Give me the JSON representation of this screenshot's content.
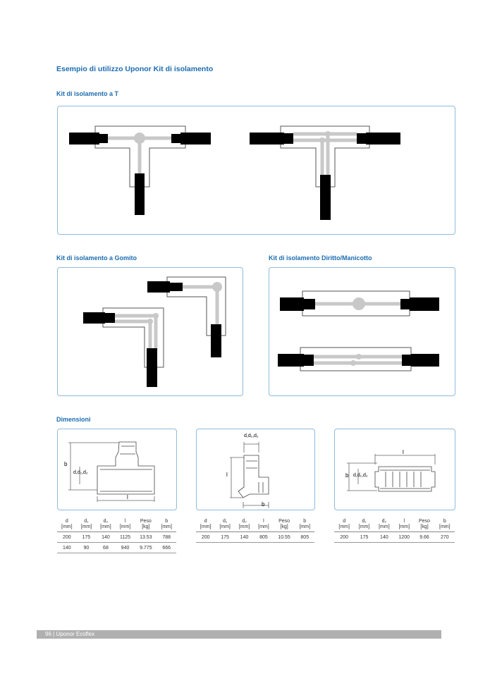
{
  "title": "Esempio di utilizzo Uponor Kit di isolamento",
  "sections": {
    "t_kit": "Kit di isolamento a T",
    "gomito": "Kit di isolamento a Gomito",
    "diritto": "Kit di isolamento Diritto/Manicotto",
    "dimensioni": "Dimensioni"
  },
  "dimension_labels": {
    "b": "b",
    "l": "l",
    "d": "d,d₁,d₂"
  },
  "table_headers": [
    {
      "name": "d",
      "unit": "[mm]"
    },
    {
      "name": "d₁",
      "unit": "[mm]"
    },
    {
      "name": "d₂",
      "unit": "[mm]"
    },
    {
      "name": "l",
      "unit": "[mm]"
    },
    {
      "name": "Peso",
      "unit": "[kg]"
    },
    {
      "name": "b",
      "unit": "[mm]"
    }
  ],
  "tables": [
    {
      "rows": [
        [
          "200",
          "175",
          "140",
          "1125",
          "13.53",
          "788"
        ],
        [
          "140",
          "90",
          "68",
          "940",
          "9.775",
          "666"
        ]
      ]
    },
    {
      "rows": [
        [
          "200",
          "175",
          "140",
          "805",
          "10.55",
          "805"
        ]
      ]
    },
    {
      "rows": [
        [
          "200",
          "175",
          "140",
          "1200",
          "9.66",
          "270"
        ]
      ]
    }
  ],
  "footer": "96 | Uponor Ecoflex",
  "colors": {
    "accent": "#1c6cb0",
    "box_border": "#8fbbdc",
    "footer": "#b0b0b0"
  }
}
